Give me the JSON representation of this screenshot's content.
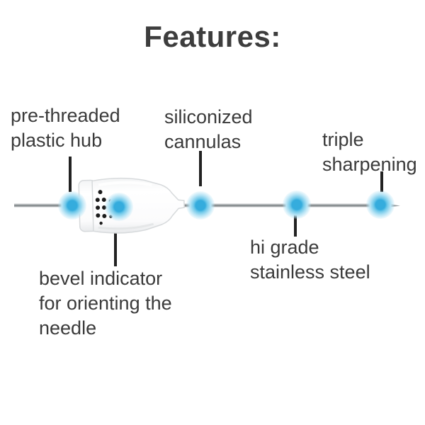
{
  "title": "Features:",
  "labels": {
    "hub": "pre-threaded\nplastic hub",
    "cannulas": "siliconized\ncannulas",
    "sharpening": "triple\nsharpening",
    "bevel": "bevel indicator\nfor orienting the\nneedle",
    "steel": "hi grade\nstainless steel"
  },
  "markers": [
    {
      "feature": "pre-threaded plastic hub"
    },
    {
      "feature": "bevel indicator for orienting the needle"
    },
    {
      "feature": "siliconized cannulas"
    },
    {
      "feature": "hi grade stainless steel"
    },
    {
      "feature": "triple sharpening"
    }
  ],
  "colors": {
    "text": "#3a3a3a",
    "title": "#3d3d3d",
    "connector": "#222222",
    "marker-core": "#35acdd",
    "marker-mid": "#6fc8e9",
    "marker-halo": "#b8e4f5",
    "shaft": "#b9bdbf",
    "shaft-dark": "#8e9294",
    "hub-stroke": "#d7dadc"
  }
}
